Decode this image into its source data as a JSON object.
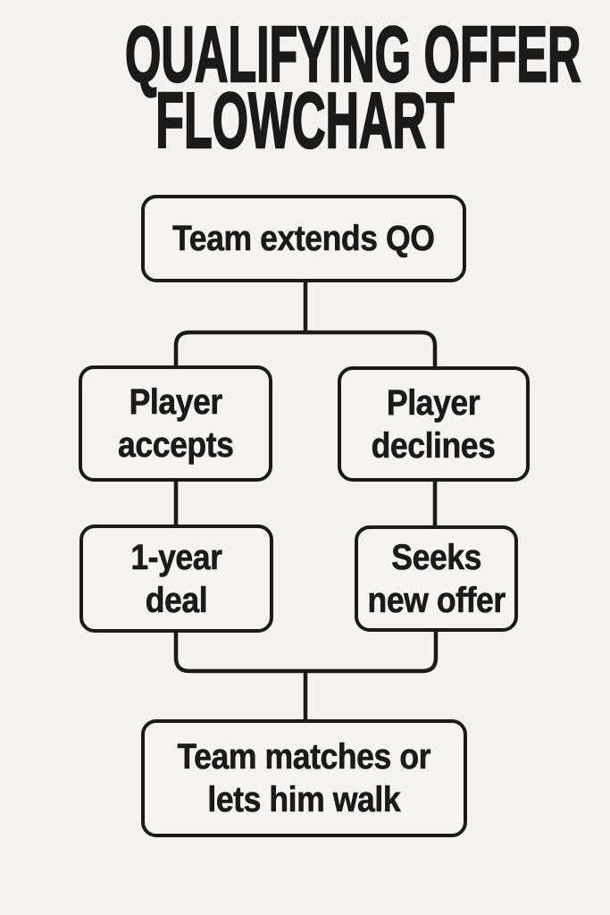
{
  "page": {
    "title_lines": [
      "QUALIFYING OFFER",
      "FLOWCHART"
    ]
  },
  "colors": {
    "background": "#f4f3f1",
    "ink": "#1a1a1a"
  },
  "diagram": {
    "type": "flowchart",
    "nodes": [
      {
        "id": "team-extends-qo",
        "lines": [
          "Team extends QO",
          ""
        ]
      },
      {
        "id": "player-accepts",
        "lines": [
          "Player",
          "accepts"
        ]
      },
      {
        "id": "player-declines",
        "lines": [
          "Player",
          "declines"
        ]
      },
      {
        "id": "one-year-deal",
        "lines": [
          "1-year",
          "deal"
        ]
      },
      {
        "id": "seeks-new-offer",
        "lines": [
          "Seeks",
          "new offer"
        ]
      },
      {
        "id": "team-matches-or-lets-him-walk",
        "lines": [
          "Team matches or",
          "lets him walk"
        ]
      }
    ],
    "edges": [
      {
        "from": "team-extends-qo",
        "to": "player-accepts"
      },
      {
        "from": "team-extends-qo",
        "to": "player-declines"
      },
      {
        "from": "player-accepts",
        "to": "one-year-deal"
      },
      {
        "from": "player-declines",
        "to": "seeks-new-offer"
      },
      {
        "from": "one-year-deal",
        "to": "team-matches-or-lets-him-walk"
      },
      {
        "from": "seeks-new-offer",
        "to": "team-matches-or-lets-him-walk"
      }
    ]
  }
}
